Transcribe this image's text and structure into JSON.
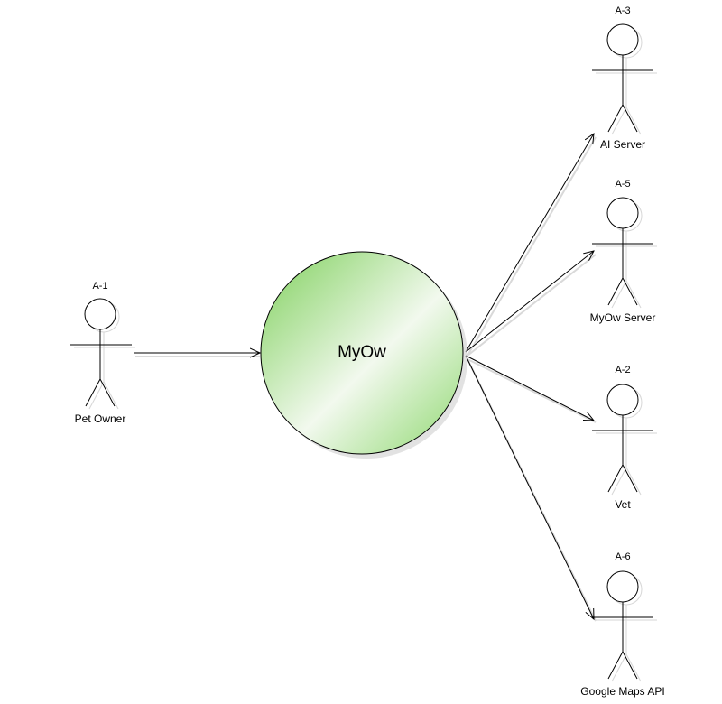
{
  "system": {
    "label": "MyOw"
  },
  "actors": [
    {
      "id_label": "A-1",
      "name": "Pet Owner"
    },
    {
      "id_label": "A-3",
      "name": "AI Server"
    },
    {
      "id_label": "A-5",
      "name": "MyOw Server"
    },
    {
      "id_label": "A-2",
      "name": "Vet"
    },
    {
      "id_label": "A-6",
      "name": "Google Maps API"
    }
  ],
  "colors": {
    "system_fill": "#8fd870",
    "system_highlight": "#f2f9ee",
    "stroke": "#000000",
    "shadow": "#d6d6d6"
  }
}
